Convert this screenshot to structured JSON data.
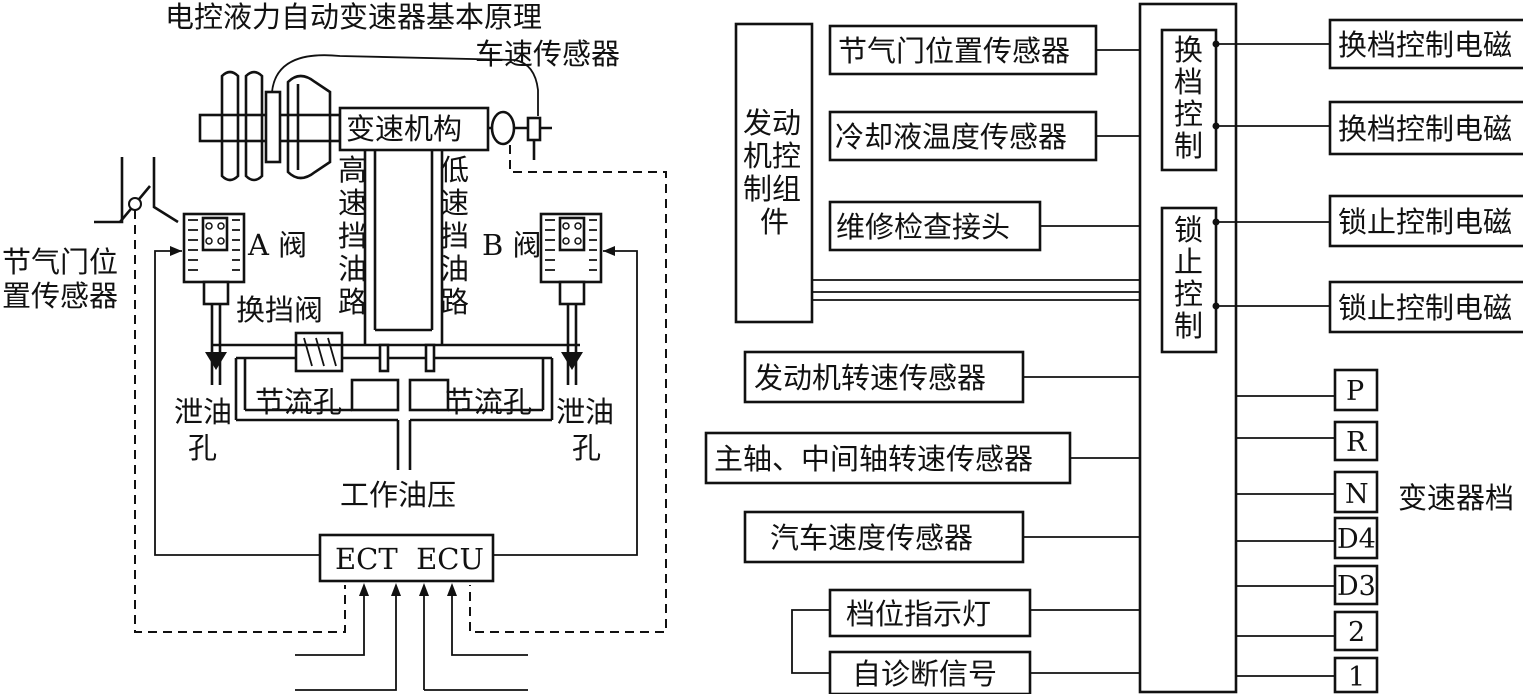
{
  "left_diagram": {
    "title": "电控液力自动变速器基本原理",
    "vehicle_speed_sensor": "车速传感器",
    "transmission_mechanism": "变速机构",
    "high_speed_oil_path": [
      "高",
      "速",
      "挡",
      "油",
      "路"
    ],
    "low_speed_oil_path": [
      "低",
      "速",
      "挡",
      "油",
      "路"
    ],
    "valve_a": "A 阀",
    "valve_b": "B 阀",
    "throttle_sensor": [
      "节气门位",
      "置传感器"
    ],
    "shift_valve": "换挡阀",
    "orifice_left": "节流孔",
    "orifice_right": "节流孔",
    "drain_left": [
      "泄油",
      "孔"
    ],
    "drain_right": [
      "泄油",
      "孔"
    ],
    "working_pressure": "工作油压",
    "ecu": "ECT  ECU"
  },
  "right_diagram": {
    "engine_ecu": [
      "发动",
      "机控",
      "制组",
      "件"
    ],
    "inputs": [
      "节气门位置传感器",
      "冷却液温度传感器",
      "维修检查接头",
      "发动机转速传感器",
      "主轴、中间轴转速传感器",
      "汽车速度传感器",
      "档位指示灯",
      "自诊断信号"
    ],
    "shift_control": [
      "换",
      "档",
      "控",
      "制"
    ],
    "lockup_control": [
      "锁",
      "止",
      "控",
      "制"
    ],
    "outputs": [
      "换档控制电磁",
      "换档控制电磁",
      "锁止控制电磁",
      "锁止控制电磁"
    ],
    "gear_positions": [
      "P",
      "R",
      "N",
      "D4",
      "D3",
      "2",
      "1"
    ],
    "gear_switch_label": "变速器档"
  }
}
